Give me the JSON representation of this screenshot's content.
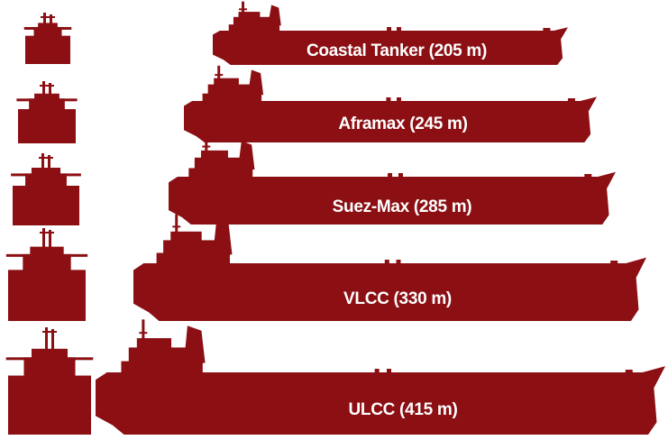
{
  "colors": {
    "hull": "#8b0f13",
    "label_text": "#ffffff",
    "background": "#ffffff"
  },
  "ships": [
    {
      "id": "coastal-tanker",
      "label": "Coastal Tanker (205 m)",
      "length_m": 205
    },
    {
      "id": "aframax",
      "label": "Aframax (245 m)",
      "length_m": 245
    },
    {
      "id": "suez-max",
      "label": "Suez-Max (285 m)",
      "length_m": 285
    },
    {
      "id": "vlcc",
      "label": "VLCC (330 m)",
      "length_m": 330
    },
    {
      "id": "ulcc",
      "label": "ULCC (415 m)",
      "length_m": 415
    }
  ]
}
